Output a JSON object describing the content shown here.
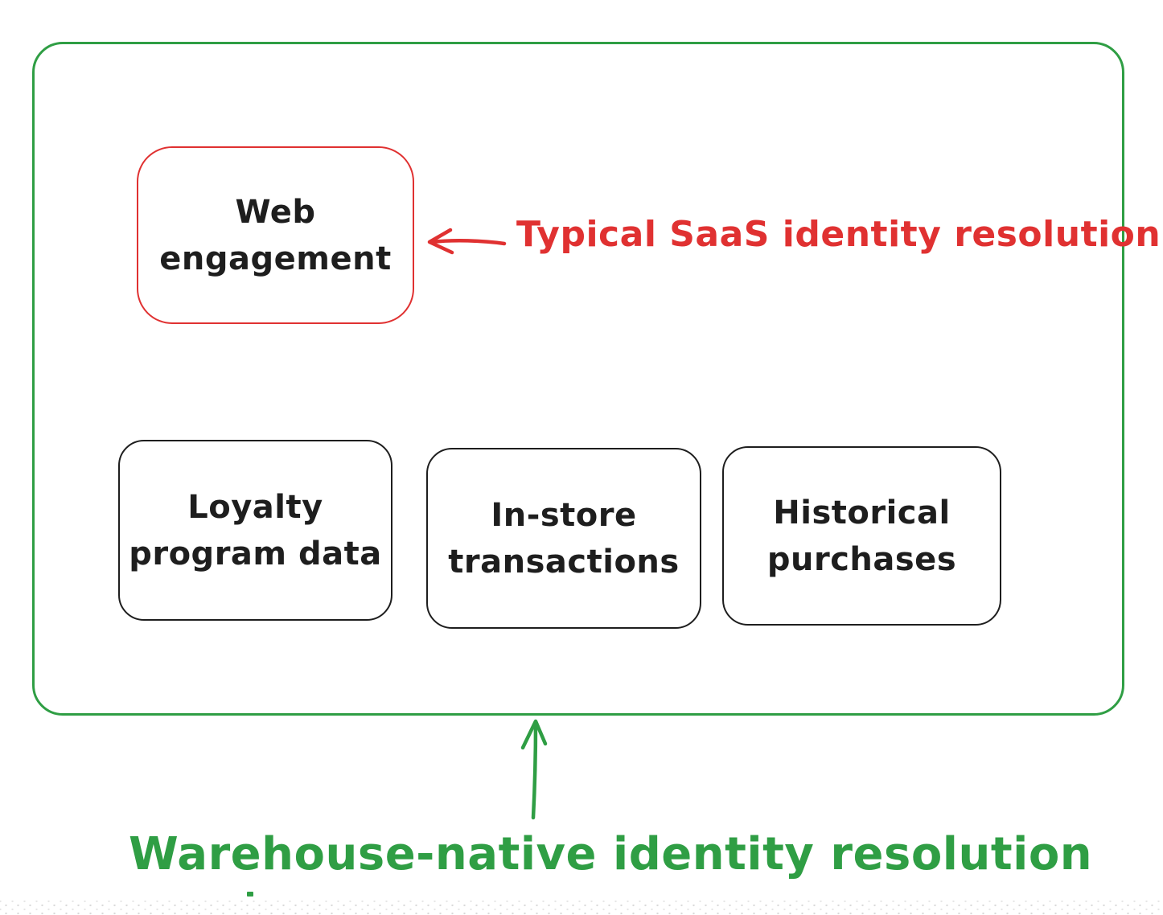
{
  "colors": {
    "green": "#2f9e44",
    "red": "#e03131",
    "ink": "#1e1e1e",
    "background": "#ffffff"
  },
  "container": {
    "name": "warehouse-native-scope",
    "border_color": "#2f9e44"
  },
  "boxes": {
    "web_engagement": {
      "label": "Web\nengagement",
      "border_color": "#e03131"
    },
    "loyalty": {
      "label": "Loyalty\nprogram data",
      "border_color": "#1e1e1e"
    },
    "in_store": {
      "label": "In-store\ntransactions",
      "border_color": "#1e1e1e"
    },
    "historical": {
      "label": "Historical\npurchases",
      "border_color": "#1e1e1e"
    }
  },
  "annotations": {
    "saas": {
      "text": "Typical SaaS identity resolution",
      "color": "#e03131",
      "arrow": "left-arrow-to-web-engagement-box"
    },
    "warehouse": {
      "text": "Warehouse-native identity resolution",
      "color": "#2f9e44",
      "arrow": "up-arrow-to-green-container"
    }
  }
}
